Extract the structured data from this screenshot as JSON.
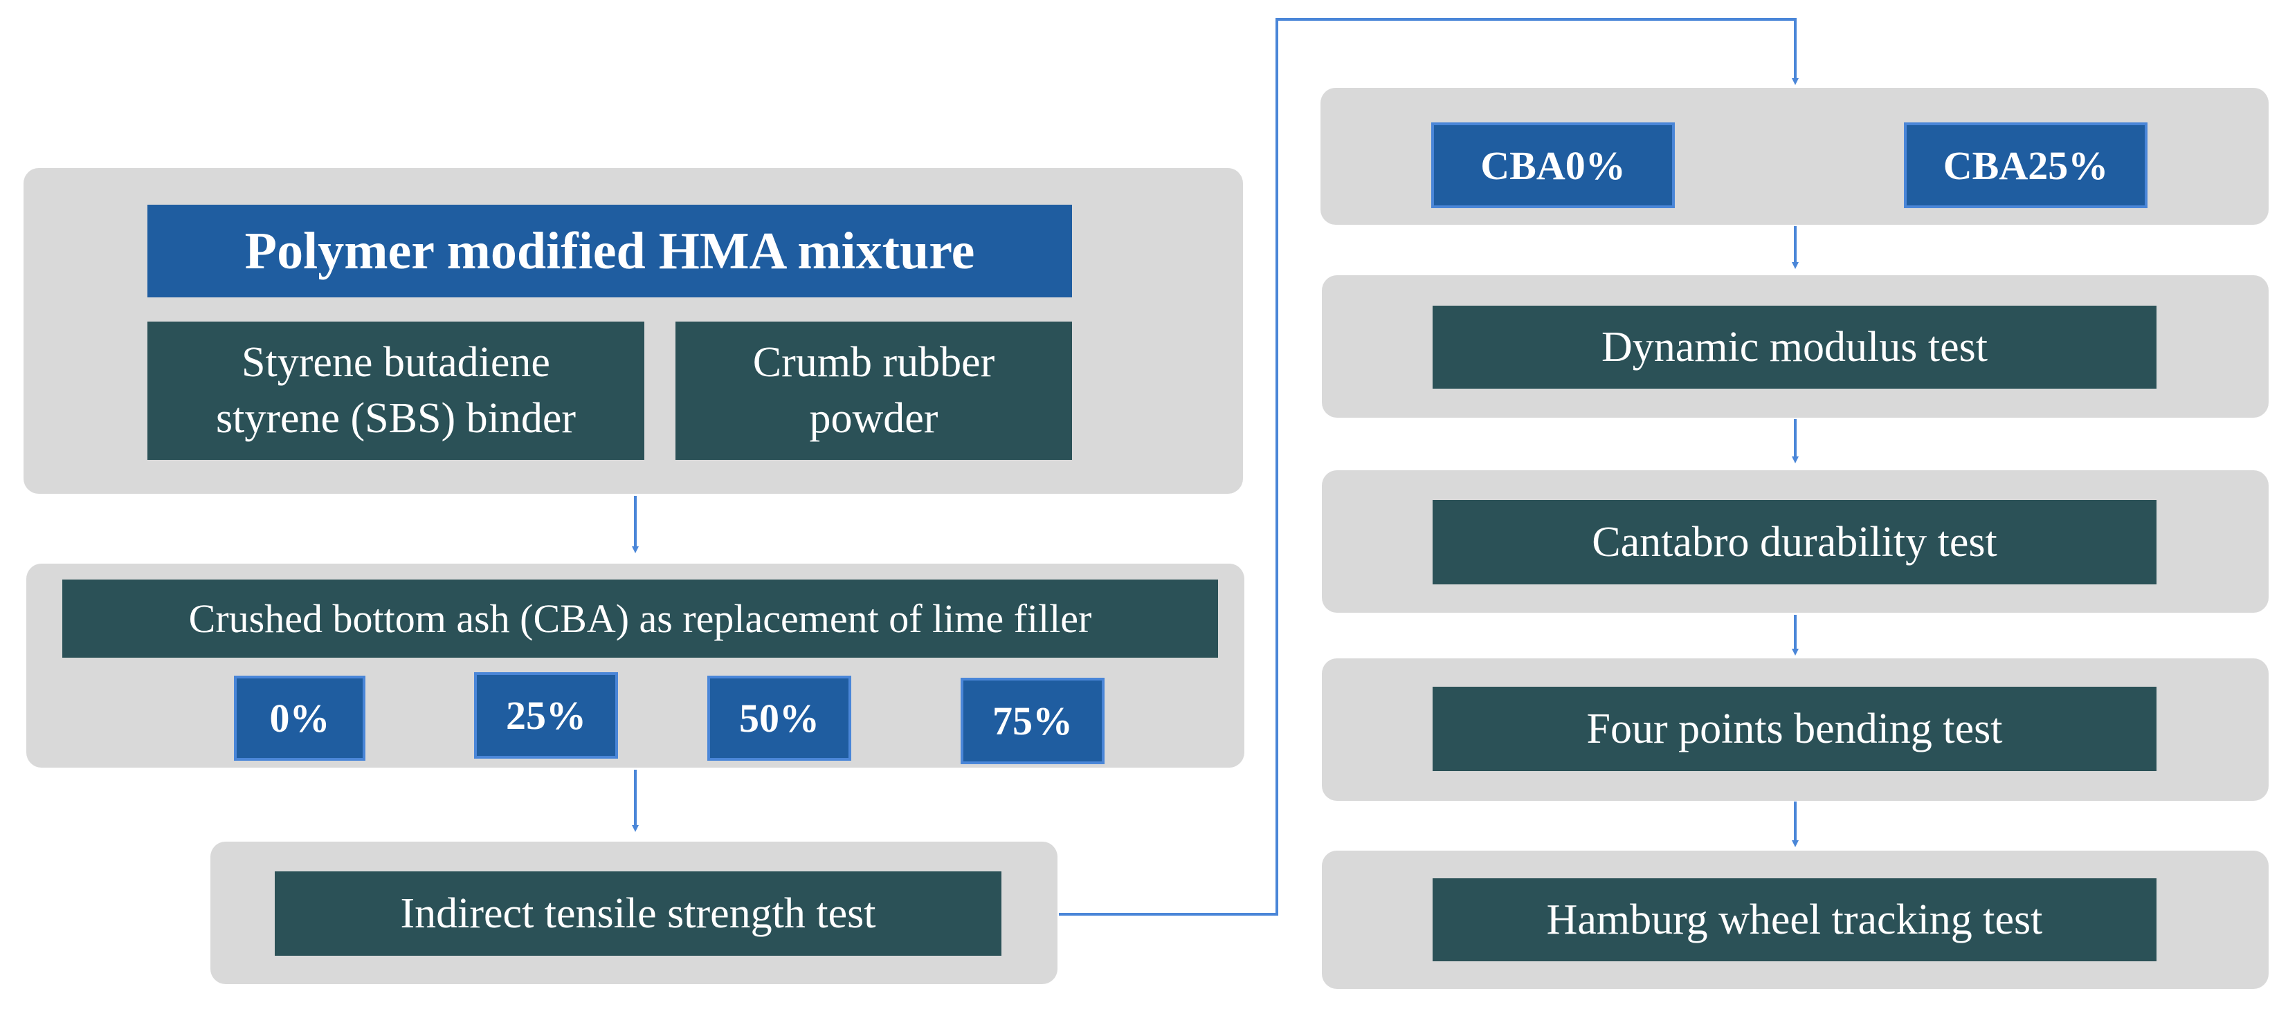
{
  "colors": {
    "panel": "#d9d9d9",
    "dark_box": "#2b5157",
    "blue_box": "#1f5da0",
    "blue_border": "#4a86d8",
    "connector": "#4a86d8",
    "text": "#ffffff"
  },
  "group1": {
    "title": "Polymer modified HMA mixture",
    "binder": "Styrene butadiene styrene (SBS) binder",
    "rubber": "Crumb rubber powder"
  },
  "group2": {
    "label": "Crushed bottom ash (CBA) as replacement of lime filler",
    "percentages": [
      "0%",
      "25%",
      "50%",
      "75%"
    ]
  },
  "itst": "Indirect tensile strength test",
  "selected": [
    "CBA0%",
    "CBA25%"
  ],
  "tests": [
    "Dynamic modulus test",
    "Cantabro durability test",
    "Four points bending test",
    "Hamburg wheel tracking test"
  ]
}
